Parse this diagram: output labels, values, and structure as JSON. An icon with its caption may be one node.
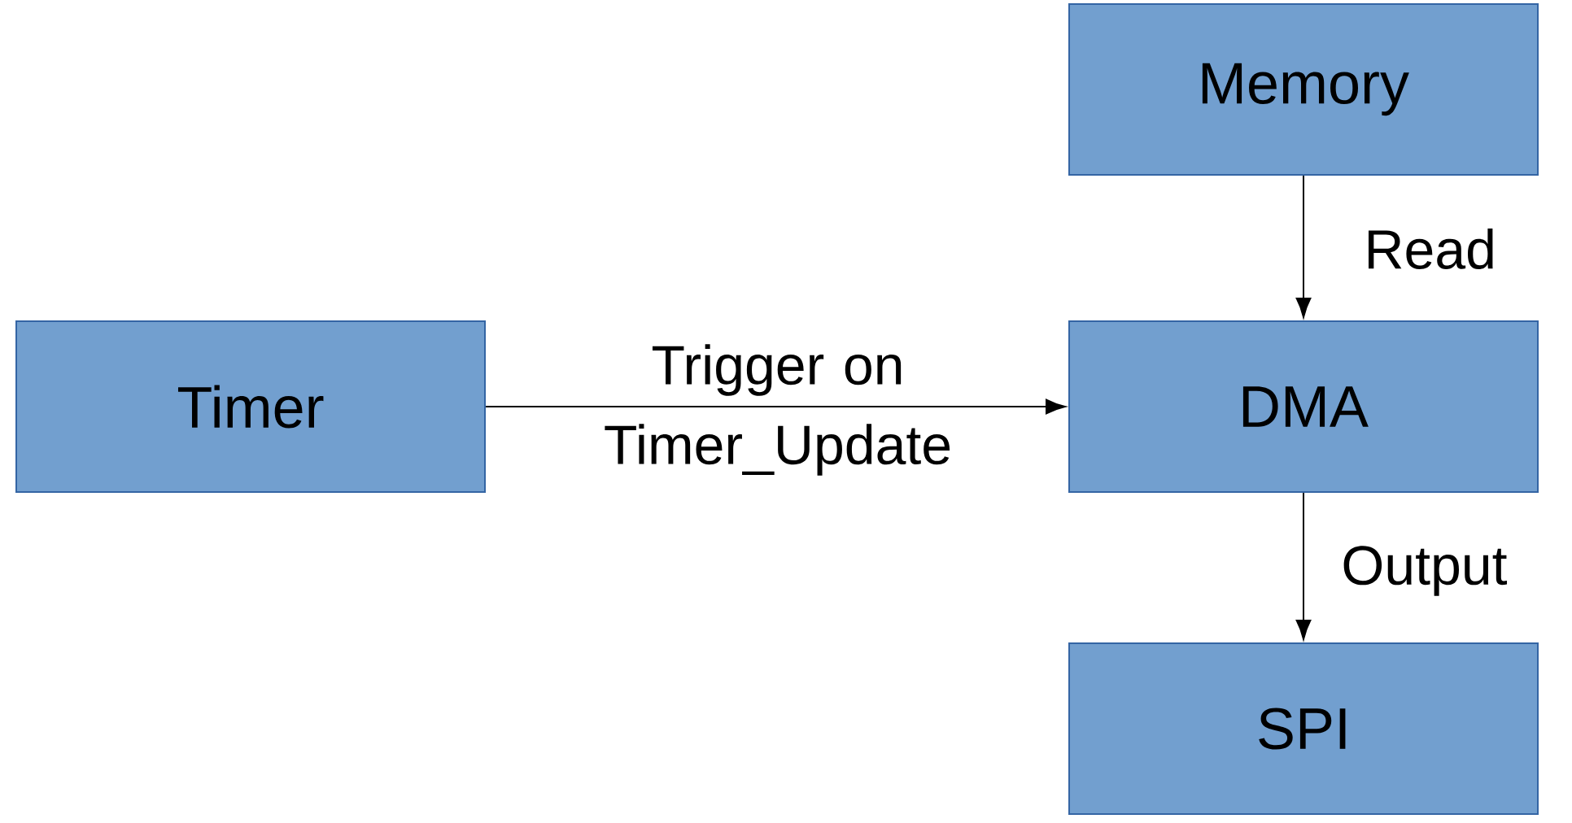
{
  "diagram": {
    "nodes": [
      {
        "text": [
          "Memory"
        ]
      },
      {
        "text": [
          "Timer"
        ]
      },
      {
        "text": [
          "DMA"
        ]
      },
      {
        "text": [
          "SPI"
        ]
      }
    ],
    "edges": [
      {
        "from": 0,
        "to": 2,
        "arrow": "to",
        "label": "Read"
      },
      {
        "from": 1,
        "to": 2,
        "arrow": "to",
        "label": "Trigger on Timer_Update"
      },
      {
        "from": 2,
        "to": 3,
        "arrow": "to",
        "label": "Output"
      }
    ]
  }
}
